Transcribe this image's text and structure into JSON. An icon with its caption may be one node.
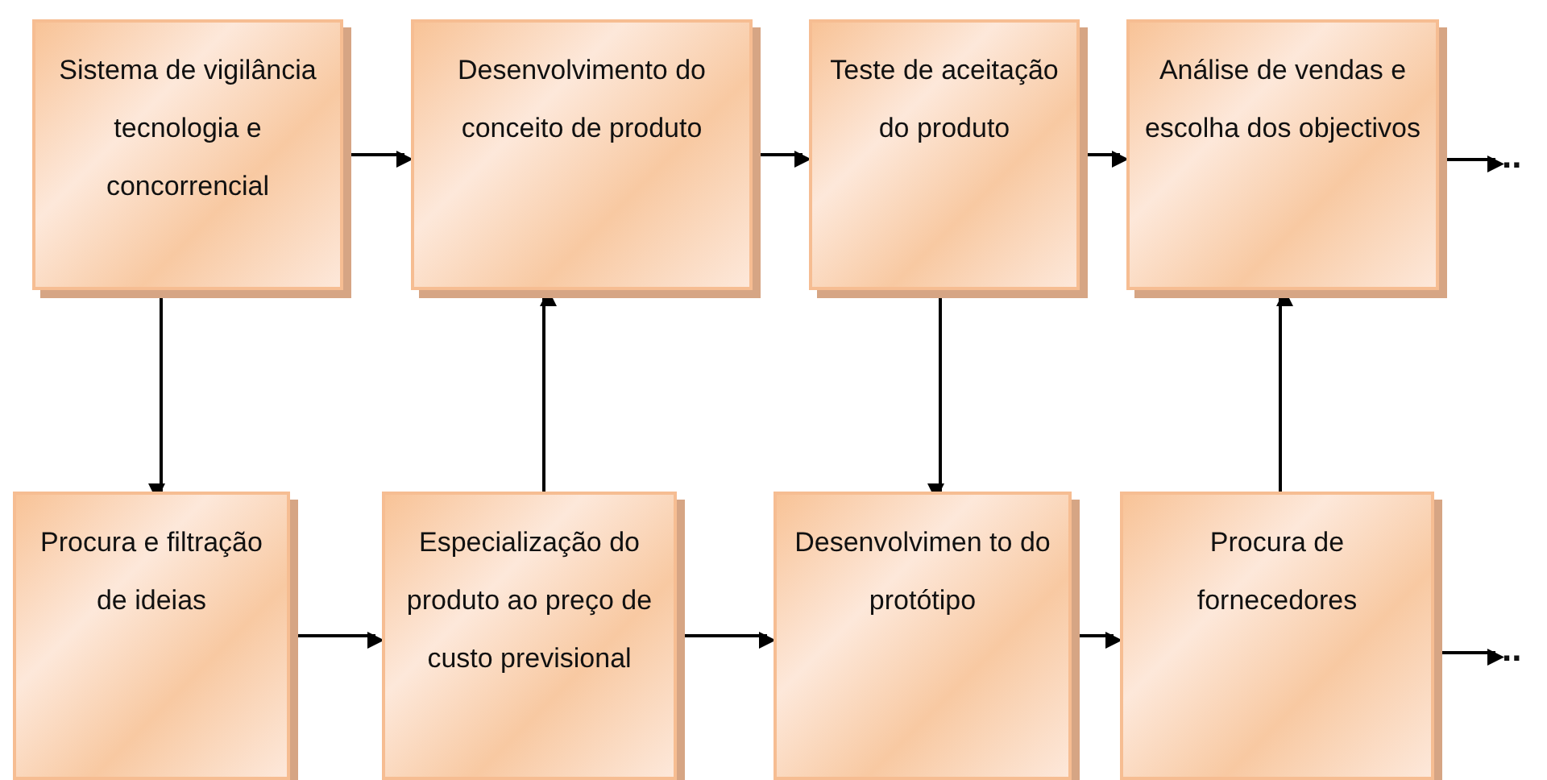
{
  "diagram": {
    "nodes": [
      {
        "text": [
          "Sistema de vigilância tecnologia e concorrencial"
        ]
      },
      {
        "text": [
          "Desenvolvimento do conceito de produto"
        ]
      },
      {
        "text": [
          "Teste de aceitação do produto"
        ]
      },
      {
        "text": [
          "Análise de vendas e escolha dos objectivos"
        ]
      },
      {
        "text": [
          ".."
        ]
      },
      {
        "text": [
          "Procura e filtração de ideias"
        ]
      },
      {
        "text": [
          "Especialização do produto ao preço de custo previsional"
        ]
      },
      {
        "text": [
          "Desenvolvimen to do protótipo"
        ]
      },
      {
        "text": [
          "Procura de fornecedores"
        ]
      },
      {
        "text": [
          ".."
        ]
      }
    ],
    "edges": [
      {
        "from": 0,
        "to": 1,
        "arrow": "to"
      },
      {
        "from": 1,
        "to": 2,
        "arrow": "to"
      },
      {
        "from": 2,
        "to": 3,
        "arrow": "to"
      },
      {
        "from": 3,
        "to": 4,
        "arrow": "to"
      },
      {
        "from": 0,
        "to": 5,
        "arrow": "to"
      },
      {
        "from": 5,
        "to": 6,
        "arrow": "to"
      },
      {
        "from": 6,
        "to": 1,
        "arrow": "to"
      },
      {
        "from": 2,
        "to": 7,
        "arrow": "to"
      },
      {
        "from": 6,
        "to": 7,
        "arrow": "to"
      },
      {
        "from": 7,
        "to": 8,
        "arrow": "to"
      },
      {
        "from": 8,
        "to": 3,
        "arrow": "to"
      },
      {
        "from": 8,
        "to": 9,
        "arrow": "to"
      }
    ]
  }
}
